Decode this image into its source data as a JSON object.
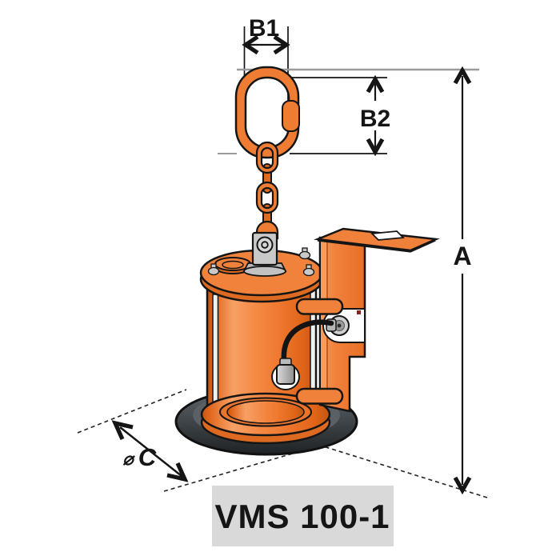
{
  "diagram": {
    "model_label": "VMS 100-1",
    "labels": {
      "b1": "B1",
      "b2": "B2",
      "a": "A",
      "diameter_symbol": "⌀",
      "c": "C"
    },
    "colors": {
      "body_orange": "#EF7C33",
      "dark_orange": "#DD6A20",
      "light_orange": "#F79B5F",
      "outline_black": "#151515",
      "pad_dark_gray": "#43484C",
      "metal_gray": "#C9C9C9",
      "cable_black": "#141414",
      "extension_line_gray": "#9B9B9B",
      "label_box_bg": "#D9D9D9",
      "label_text": "#1F1F1F",
      "background": "#FFFFFF"
    }
  }
}
